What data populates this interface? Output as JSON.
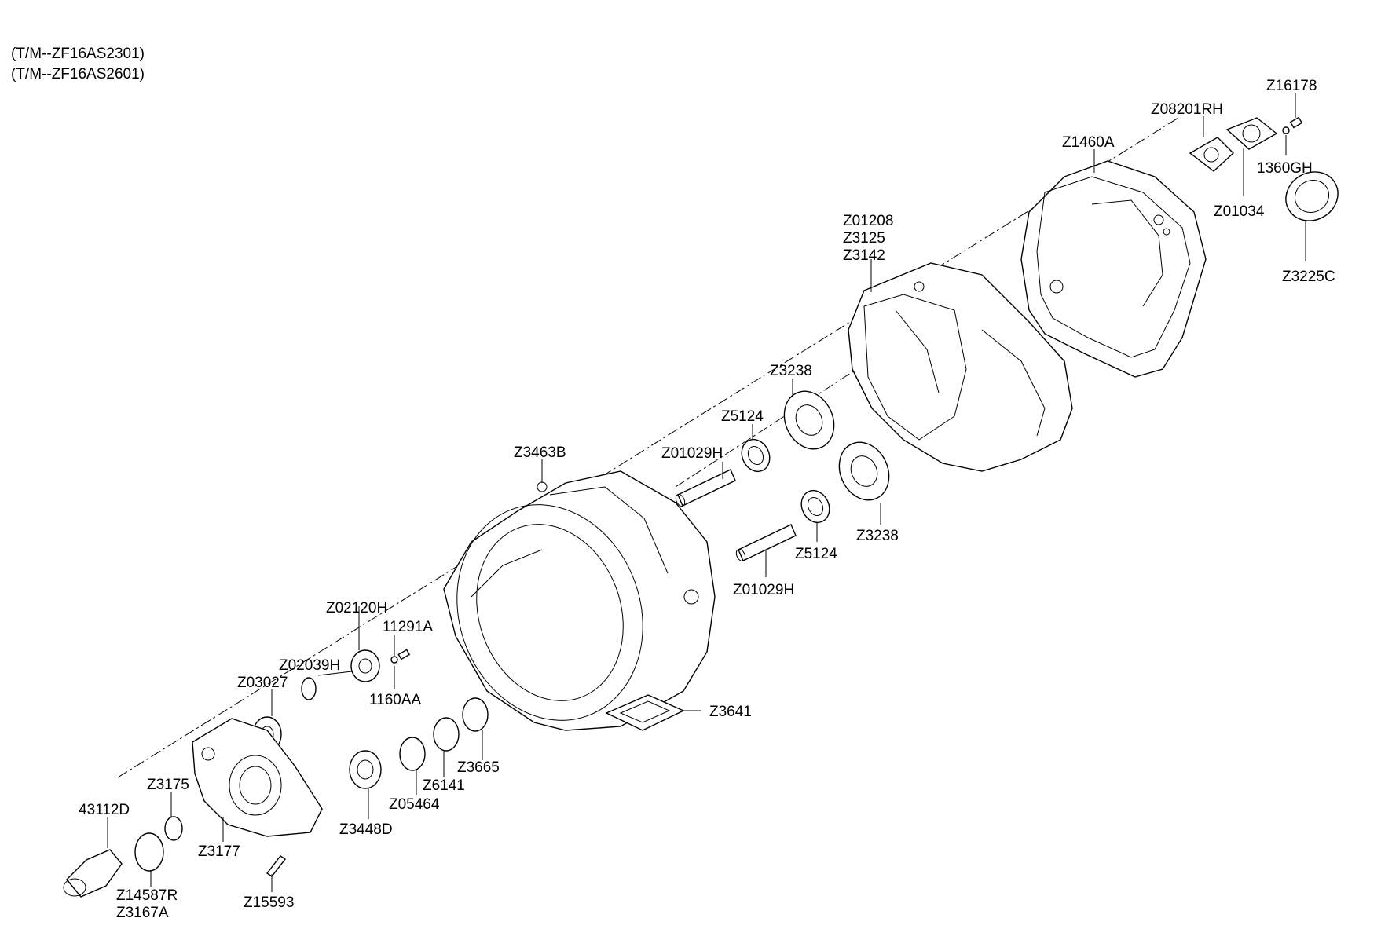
{
  "header": {
    "lines": [
      "(T/M--ZF16AS2301)",
      "(T/M--ZF16AS2601)"
    ]
  },
  "labels": {
    "z16178": "Z16178",
    "z08201rh": "Z08201RH",
    "z1460a": "Z1460A",
    "1360gh": "1360GH",
    "z01034": "Z01034",
    "z3225c": "Z3225C",
    "z01208": "Z01208",
    "z3125": "Z3125",
    "z3142": "Z3142",
    "z3238_top": "Z3238",
    "z5124_top": "Z5124",
    "z01029h_top": "Z01029H",
    "z3463b": "Z3463B",
    "z3238_bottom": "Z3238",
    "z5124_bottom": "Z5124",
    "z01029h_bottom": "Z01029H",
    "z02120h": "Z02120H",
    "11291a": "11291A",
    "z02039h": "Z02039H",
    "z03027": "Z03027",
    "1160aa": "1160AA",
    "z3641": "Z3641",
    "z3665": "Z3665",
    "z6141": "Z6141",
    "z05464": "Z05464",
    "z3448d": "Z3448D",
    "z3175": "Z3175",
    "43112d": "43112D",
    "z3177": "Z3177",
    "z14587r": "Z14587R",
    "z3167a": "Z3167A",
    "z15593": "Z15593"
  }
}
